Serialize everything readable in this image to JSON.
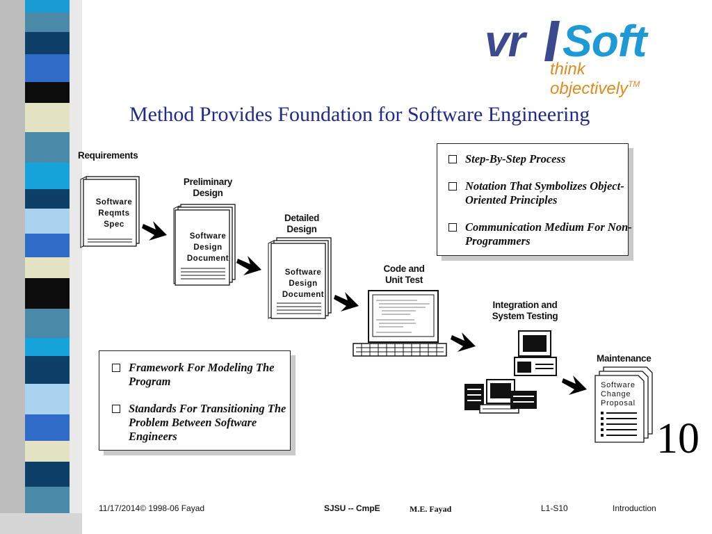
{
  "logo": {
    "part1": "vr",
    "part2": "Soft",
    "tagline": "think objectively",
    "tm": "TM"
  },
  "title": "Method Provides Foundation for Software Engineering",
  "box_top": {
    "items": [
      "Step-By-Step Process",
      "Notation That Symbolizes Object-Oriented Principles",
      "Communication Medium For Non-Programmers"
    ]
  },
  "box_bottom": {
    "items": [
      "Framework For Modeling The Program",
      "Standards For Transitioning The Problem Between Software Engineers"
    ]
  },
  "stages": {
    "requirements": "Requirements",
    "requirements_doc": [
      "Software",
      "Reqmts",
      "Spec"
    ],
    "preliminary": [
      "Preliminary",
      "Design"
    ],
    "preliminary_doc": [
      "Software",
      "Design",
      "Document"
    ],
    "detailed": [
      "Detailed",
      "Design"
    ],
    "detailed_doc": [
      "Software",
      "Design",
      "Document"
    ],
    "code": [
      "Code and",
      "Unit Test"
    ],
    "integration": [
      "Integration and",
      "System Testing"
    ],
    "maintenance": "Maintenance",
    "maintenance_doc": [
      "Software",
      "Change",
      "Proposal"
    ]
  },
  "page_number": "10",
  "footer": {
    "date": "11/17/2014",
    "copyright": "© 1998-06 Fayad",
    "course": "SJSU -- CmpE",
    "author": "M.E. Fayad",
    "slide": "L1-S10",
    "section": "Introduction"
  },
  "colors": {
    "title": "#1f2a8a",
    "logo_vr": "#3b4a8e",
    "logo_soft": "#1d9ad6",
    "logo_tagline": "#e08a1e"
  }
}
